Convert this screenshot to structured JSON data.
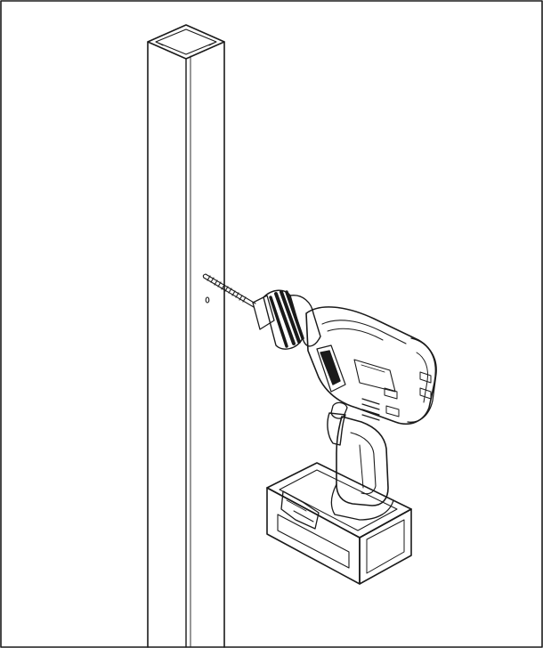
{
  "diagram": {
    "line_color": "#1a1a1a",
    "background_color": "#ffffff",
    "components": [
      {
        "name": "square-post",
        "description_shown": false
      },
      {
        "name": "pilot-hole-mark",
        "description_shown": false
      },
      {
        "name": "drill-bit",
        "description_shown": false
      },
      {
        "name": "cordless-drill",
        "description_shown": false
      },
      {
        "name": "battery-pack",
        "description_shown": false
      }
    ]
  }
}
